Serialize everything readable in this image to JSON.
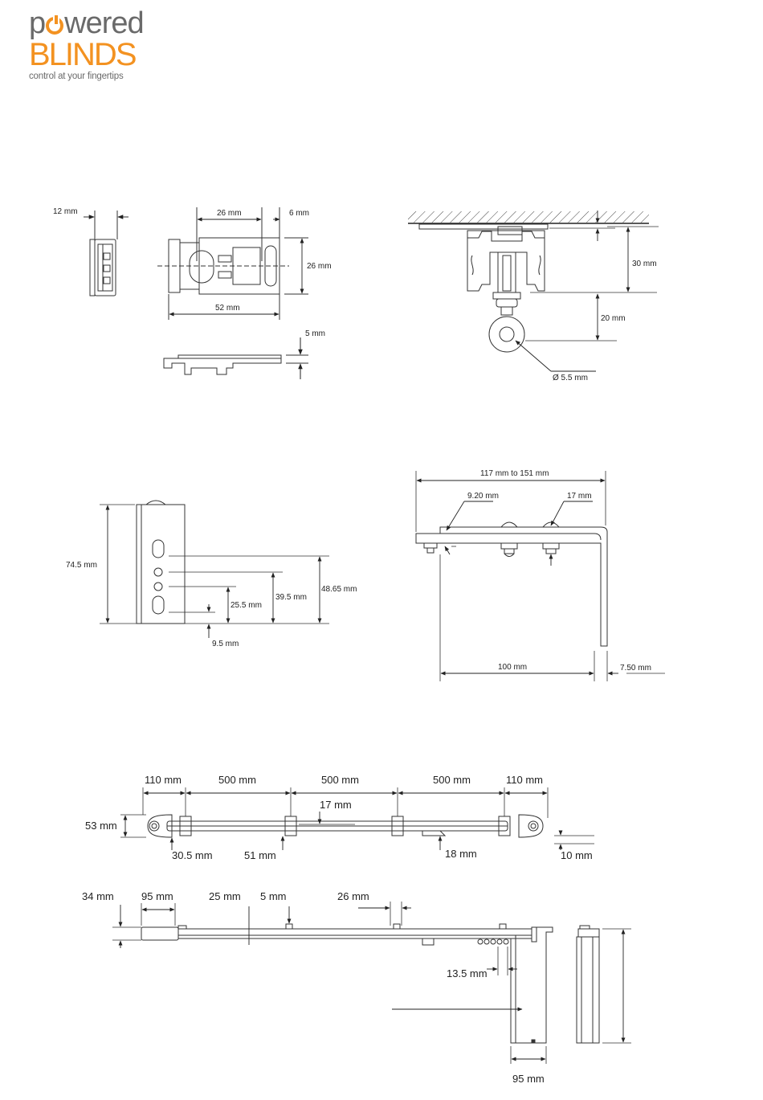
{
  "logo": {
    "line1_pre": "p",
    "line1_post": "wered",
    "line2": "BLINDS",
    "tagline": "control at your fingertips",
    "gray": "#6a6a6a",
    "orange": "#f39221"
  },
  "labels": {
    "glider_width": "12 mm",
    "carrier_pitch": "26 mm",
    "carrier_slot": "6 mm",
    "carrier_height": "26 mm",
    "carrier_length": "52 mm",
    "carrier_thickness": "5 mm",
    "track_height": "30 mm",
    "hook_drop": "20 mm",
    "eye_diameter": "Ø 5.5 mm",
    "bracket_height": "74.5 mm",
    "hole_4": "48.65 mm",
    "hole_3": "39.5 mm",
    "hole_2": "25.5 mm",
    "hole_1": "9.5 mm",
    "arm_range": "117 mm to 151 mm",
    "arm_offset": "9.20 mm",
    "arm_bolt": "17 mm",
    "arm_drop": "100 mm",
    "arm_thickness": "7.50 mm",
    "plan_end_left": "110 mm",
    "plan_span_1": "500 mm",
    "plan_span_2": "500 mm",
    "plan_span_3": "500 mm",
    "plan_end_right": "110 mm",
    "plan_clip": "17 mm",
    "plan_depth": "53 mm",
    "plan_end_offset": "30.5 mm",
    "plan_clip_offset": "51 mm",
    "plan_cord": "18 mm",
    "plan_gap": "10 mm",
    "elev_height": "34 mm",
    "elev_end": "95 mm",
    "elev_25": "25 mm",
    "elev_5": "5 mm",
    "elev_26": "26 mm",
    "elev_135": "13.5 mm",
    "motor_width": "95 mm"
  }
}
